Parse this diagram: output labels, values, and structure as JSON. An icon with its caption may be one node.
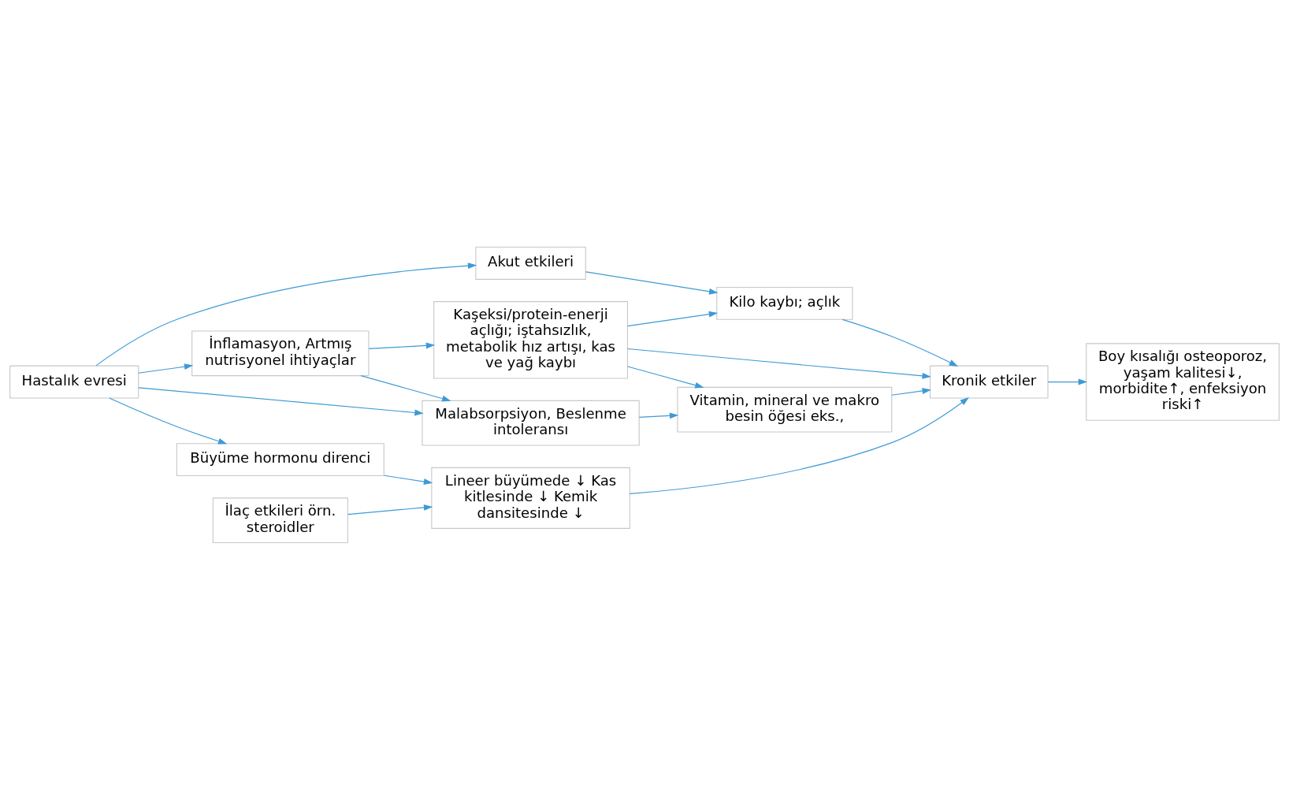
{
  "diagram": {
    "nodes": [
      {
        "text": [
          "Hastalık evresi"
        ]
      },
      {
        "text": [
          "Akut etkileri"
        ]
      },
      {
        "text": [
          "Kilo kaybı; açlık"
        ]
      },
      {
        "text": [
          "İnflamasyon, Artmış nutrisyonel ihtiyaçlar"
        ]
      },
      {
        "text": [
          "Kaşeksi/protein-enerji açlığı; iştahsızlık, metabolik hız artışı, kas ve yağ kaybı"
        ]
      },
      {
        "text": [
          "Malabsorpsiyon, Beslenme intoleransı"
        ]
      },
      {
        "text": [
          "Vitamin, mineral ve makro besin öğesi eks.,"
        ]
      },
      {
        "text": [
          "Büyüme hormonu direnci"
        ]
      },
      {
        "text": [
          "Lineer büyümede ↓ Kas kitlesinde ↓ Kemik dansitesinde ↓"
        ]
      },
      {
        "text": [
          "İlaç etkileri örn. steroidler"
        ]
      },
      {
        "text": [
          "Kronik etkiler"
        ]
      },
      {
        "text": [
          "Boy kısalığı osteoporoz, yaşam kalitesi↓, morbidite↑, enfeksiyon riski↑"
        ]
      }
    ],
    "edges": [
      {
        "from": 0,
        "to": 1,
        "arrow": "to"
      },
      {
        "from": 1,
        "to": 2,
        "arrow": "to"
      },
      {
        "from": 0,
        "to": 3,
        "arrow": "to"
      },
      {
        "from": 0,
        "to": 5,
        "arrow": "to"
      },
      {
        "from": 0,
        "to": 7,
        "arrow": "to"
      },
      {
        "from": 3,
        "to": 4,
        "arrow": "to"
      },
      {
        "from": 3,
        "to": 5,
        "arrow": "to"
      },
      {
        "from": 4,
        "to": 2,
        "arrow": "to"
      },
      {
        "from": 4,
        "to": 6,
        "arrow": "to"
      },
      {
        "from": 2,
        "to": 10,
        "arrow": "to"
      },
      {
        "from": 4,
        "to": 10,
        "arrow": "to"
      },
      {
        "from": 5,
        "to": 6,
        "arrow": "to"
      },
      {
        "from": 6,
        "to": 10,
        "arrow": "to"
      },
      {
        "from": 7,
        "to": 8,
        "arrow": "to"
      },
      {
        "from": 9,
        "to": 8,
        "arrow": "to"
      },
      {
        "from": 8,
        "to": 10,
        "arrow": "to"
      },
      {
        "from": 10,
        "to": 11,
        "arrow": "to"
      }
    ]
  }
}
